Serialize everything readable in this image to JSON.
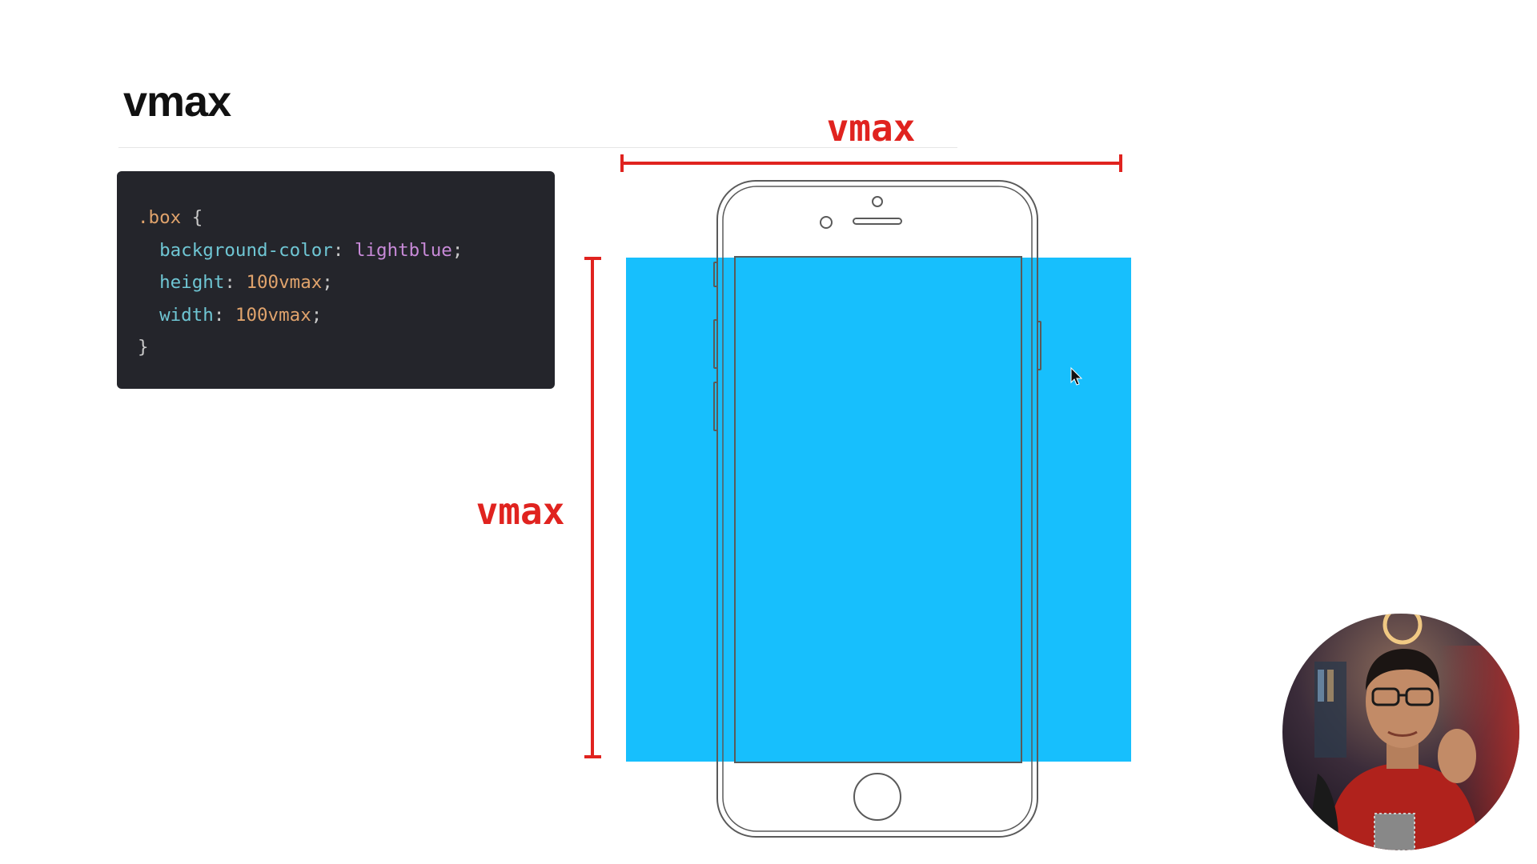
{
  "slide": {
    "title": "vmax"
  },
  "code": {
    "lines": [
      [
        {
          "t": ".box",
          "c": "sel"
        },
        {
          "t": " {",
          "c": "punc"
        }
      ],
      [
        {
          "t": "  background-color",
          "c": "prop"
        },
        {
          "t": ": ",
          "c": "punc"
        },
        {
          "t": "lightblue",
          "c": "kw"
        },
        {
          "t": ";",
          "c": "punc"
        }
      ],
      [
        {
          "t": "  height",
          "c": "prop"
        },
        {
          "t": ": ",
          "c": "punc"
        },
        {
          "t": "100vmax",
          "c": "num"
        },
        {
          "t": ";",
          "c": "punc"
        }
      ],
      [
        {
          "t": "  width",
          "c": "prop"
        },
        {
          "t": ": ",
          "c": "punc"
        },
        {
          "t": "100vmax",
          "c": "num"
        },
        {
          "t": ";",
          "c": "punc"
        }
      ],
      [
        {
          "t": "}",
          "c": "punc"
        }
      ]
    ]
  },
  "diagram": {
    "width_label": "vmax",
    "height_label": "vmax",
    "box_color": "#17bffd",
    "marker_color": "#e0231f"
  },
  "colors": {
    "background": "#ffffff",
    "code_background": "#24252b",
    "selector": "#e0a36c",
    "property": "#6fc6d4",
    "keyword": "#c88ad8",
    "number": "#e0a36c"
  }
}
